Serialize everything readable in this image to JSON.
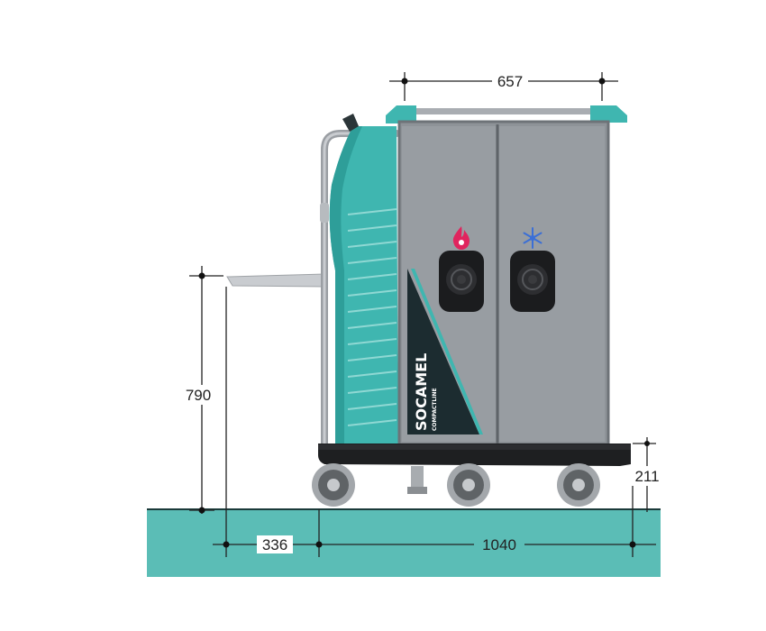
{
  "dimensions": {
    "top_width": "657",
    "handle_height": "790",
    "base_height": "211",
    "handle_offset": "336",
    "base_length": "1040"
  },
  "brand": {
    "name": "SOCAMEL",
    "model": "COMPACTLINE"
  },
  "icons": {
    "left_door": "flame-icon",
    "right_door": "snowflake-icon"
  },
  "colors": {
    "teal": "#3fb6b0",
    "floor": "#5bbdb6",
    "cabinet": "#8e9398",
    "dark_panel": "#1c2c30",
    "base": "#1e1f21",
    "flame": "#e0245e",
    "snow": "#3b6fd6"
  }
}
